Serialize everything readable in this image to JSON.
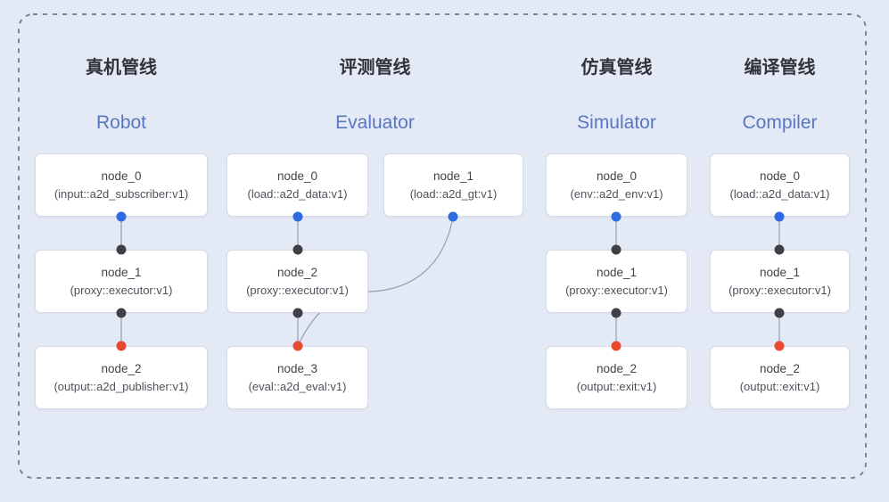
{
  "diagram": {
    "colors": {
      "background": "#e4e9f6",
      "dashed_border": "#7f858f",
      "edge_line": "#98a0ac",
      "node_fill": "#ffffff",
      "node_border": "#d7dbe2",
      "port_blue": "#2c6be0",
      "port_dark": "#3d4145",
      "port_red": "#e84a30",
      "title_zh_color": "#2f333a",
      "title_en_color": "#5a76c0"
    },
    "pipelines": [
      {
        "title_zh": "真机管线",
        "title_en": "Robot",
        "nodes": [
          {
            "name": "node_0",
            "type": "(input::a2d_subscriber:v1)"
          },
          {
            "name": "node_1",
            "type": "(proxy::executor:v1)"
          },
          {
            "name": "node_2",
            "type": "(output::a2d_publisher:v1)"
          }
        ]
      },
      {
        "title_zh": "评测管线",
        "title_en": "Evaluator",
        "nodes": [
          {
            "name": "node_0",
            "type": "(load::a2d_data:v1)"
          },
          {
            "name": "node_1",
            "type": "(load::a2d_gt:v1)"
          },
          {
            "name": "node_2",
            "type": "(proxy::executor:v1)"
          },
          {
            "name": "node_3",
            "type": "(eval::a2d_eval:v1)"
          }
        ]
      },
      {
        "title_zh": "仿真管线",
        "title_en": "Simulator",
        "nodes": [
          {
            "name": "node_0",
            "type": "(env::a2d_env:v1)"
          },
          {
            "name": "node_1",
            "type": "(proxy::executor:v1)"
          },
          {
            "name": "node_2",
            "type": "(output::exit:v1)"
          }
        ]
      },
      {
        "title_zh": "编译管线",
        "title_en": "Compiler",
        "nodes": [
          {
            "name": "node_0",
            "type": "(load::a2d_data:v1)"
          },
          {
            "name": "node_1",
            "type": "(proxy::executor:v1)"
          },
          {
            "name": "node_2",
            "type": "(output::exit:v1)"
          }
        ]
      }
    ]
  }
}
